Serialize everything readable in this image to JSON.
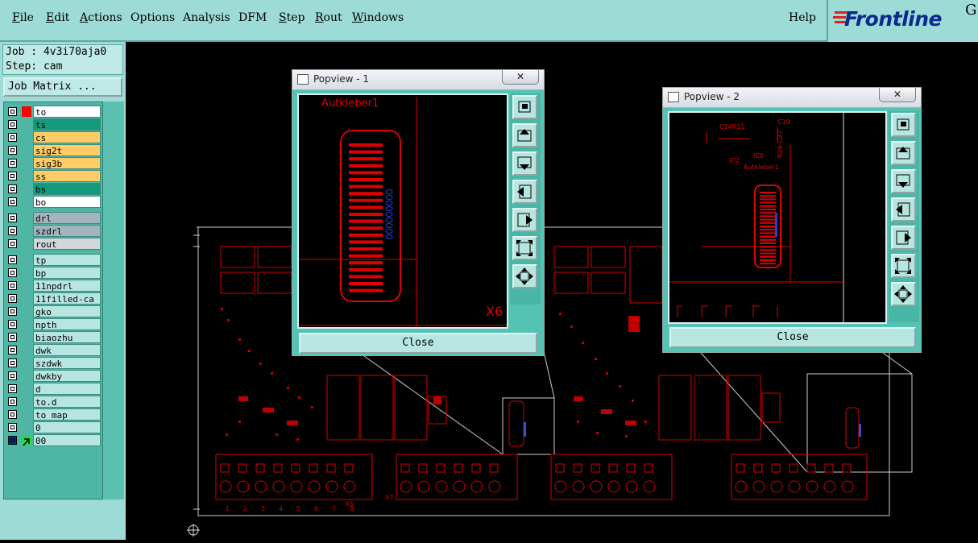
{
  "menu": {
    "items": [
      {
        "label": "File",
        "ul": "F",
        "rest": "ile"
      },
      {
        "label": "Edit",
        "ul": "E",
        "rest": "dit"
      },
      {
        "label": "Actions",
        "ul": "A",
        "rest": "ctions"
      },
      {
        "label": "Options",
        "ul": "",
        "rest": "Options"
      },
      {
        "label": "Analysis",
        "ul": "",
        "rest": "Analysis"
      },
      {
        "label": "DFM",
        "ul": "",
        "rest": "DFM"
      },
      {
        "label": "Step",
        "ul": "S",
        "rest": "tep"
      },
      {
        "label": "Rout",
        "ul": "R",
        "rest": "out"
      },
      {
        "label": "Windows",
        "ul": "W",
        "rest": "indows"
      }
    ],
    "help": "Help"
  },
  "logo": {
    "text": "Frontline",
    "suffix": "G"
  },
  "job": {
    "job_line": "Job : 4v3i70aja0",
    "step_line": "Step: cam",
    "matrix_button": "Job Matrix ..."
  },
  "layers": [
    {
      "name": "to",
      "bg": "#ffffff",
      "swatch": "#ff0000"
    },
    {
      "name": "ts",
      "bg": "#139a7c",
      "swatch": ""
    },
    {
      "name": "cs",
      "bg": "#ffcc66",
      "swatch": ""
    },
    {
      "name": "sig2t",
      "bg": "#ffcc66",
      "swatch": ""
    },
    {
      "name": "sig3b",
      "bg": "#ffcc66",
      "swatch": ""
    },
    {
      "name": "ss",
      "bg": "#ffcc66",
      "swatch": ""
    },
    {
      "name": "bs",
      "bg": "#139a7c",
      "swatch": ""
    },
    {
      "name": "bo",
      "bg": "#ffffff",
      "swatch": ""
    },
    {
      "name": "drl",
      "bg": "#a3b4bc",
      "swatch": ""
    },
    {
      "name": "szdrl",
      "bg": "#a3b4bc",
      "swatch": ""
    },
    {
      "name": "rout",
      "bg": "#d2d7d9",
      "swatch": ""
    },
    {
      "name": "tp",
      "bg": "#b7e6e1",
      "swatch": ""
    },
    {
      "name": "bp",
      "bg": "#b7e6e1",
      "swatch": ""
    },
    {
      "name": "11npdrl",
      "bg": "#b7e6e1",
      "swatch": ""
    },
    {
      "name": "11filled-ca",
      "bg": "#b7e6e1",
      "swatch": ""
    },
    {
      "name": "gko",
      "bg": "#b7e6e1",
      "swatch": ""
    },
    {
      "name": "npth",
      "bg": "#b7e6e1",
      "swatch": ""
    },
    {
      "name": "biaozhu",
      "bg": "#b7e6e1",
      "swatch": ""
    },
    {
      "name": "dwk",
      "bg": "#b7e6e1",
      "swatch": ""
    },
    {
      "name": "szdwk",
      "bg": "#b7e6e1",
      "swatch": ""
    },
    {
      "name": "dwkby",
      "bg": "#b7e6e1",
      "swatch": ""
    },
    {
      "name": "d",
      "bg": "#b7e6e1",
      "swatch": ""
    },
    {
      "name": "to.d",
      "bg": "#b7e6e1",
      "swatch": ""
    },
    {
      "name": "to_map",
      "bg": "#b7e6e1",
      "swatch": ""
    },
    {
      "name": "0",
      "bg": "#b7e6e1",
      "swatch": ""
    },
    {
      "name": "00",
      "bg": "#b7e6e1",
      "swatch": ""
    }
  ],
  "popview1": {
    "title": "Popview - 1",
    "label_top": "Autkleber1",
    "label_corner": "X6",
    "close": "Close"
  },
  "popview2": {
    "title": "Popview - 2",
    "labels": [
      "C14R11",
      "C19",
      "IC6",
      "IC2",
      "R26 C37",
      "Autkleber1"
    ],
    "close": "Close"
  },
  "board_labels": [
    "X6",
    "X7",
    "1",
    "2",
    "3",
    "4",
    "5",
    "6",
    "7",
    "8"
  ],
  "colors": {
    "copper": "#e00000",
    "teal": "#9ddbd6",
    "accent_blue": "#0b2a8a"
  }
}
